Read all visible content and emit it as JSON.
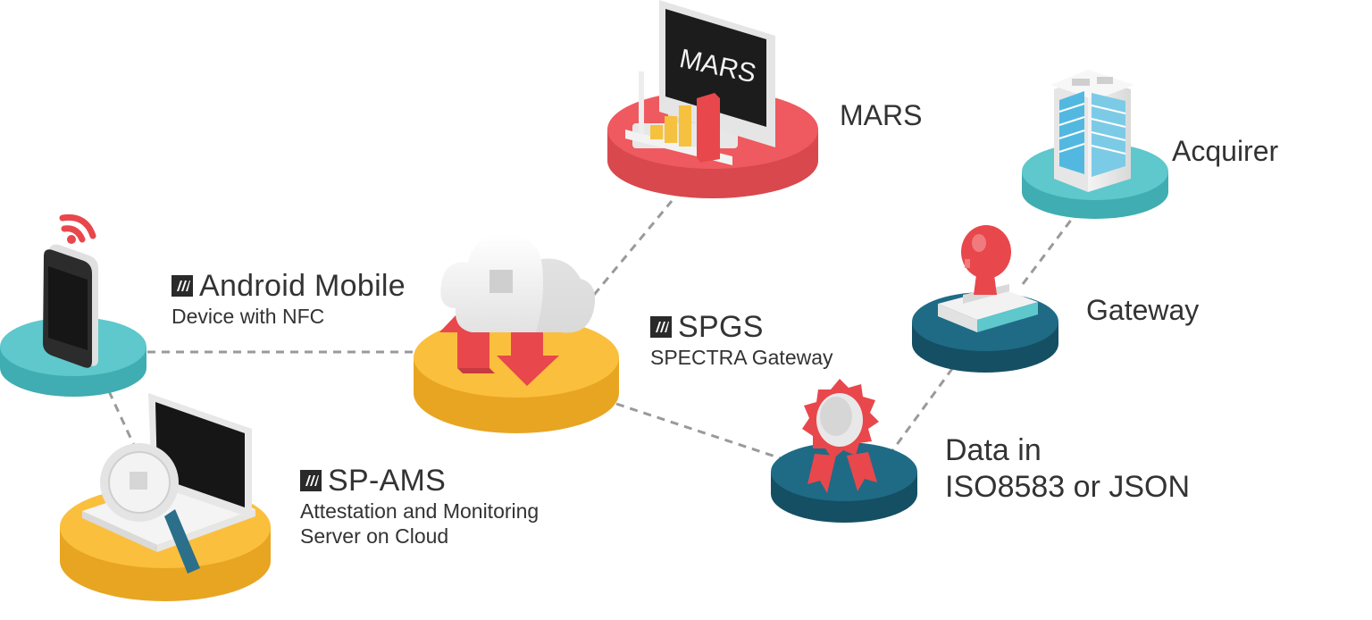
{
  "nodes": {
    "mars": {
      "title": "MARS",
      "screen_logo": "MARS"
    },
    "acquirer": {
      "title": "Acquirer"
    },
    "android": {
      "title": "Android Mobile",
      "subtitle": "Device with NFC"
    },
    "spgs": {
      "title": "SPGS",
      "subtitle": "SPECTRA Gateway"
    },
    "gateway": {
      "title": "Gateway"
    },
    "data": {
      "title_line1": "Data in",
      "title_line2": "ISO8583 or JSON"
    },
    "spams": {
      "title": "SP-AMS",
      "subtitle_line1": "Attestation and Monitoring",
      "subtitle_line2": "Server on Cloud"
    }
  },
  "colors": {
    "red_platform": "#ee5a5f",
    "red_platform_side": "#d8484d",
    "yellow_platform": "#fbbf3e",
    "yellow_platform_side": "#e8a522",
    "teal_platform": "#5ec8cc",
    "teal_platform_side": "#3fadb1",
    "navy_platform": "#1f6b85",
    "navy_platform_side": "#154f64",
    "accent_red": "#e8474c",
    "connector": "#9a9a9a"
  },
  "icons": [
    "brand-mark-icon",
    "cloud-icon",
    "sync-arrows-icon",
    "monitor-icon",
    "bar-chart-icon",
    "smartphone-icon",
    "wifi-signal-icon",
    "laptop-icon",
    "magnifier-icon",
    "office-building-icon",
    "stamp-icon",
    "award-ribbon-icon"
  ]
}
